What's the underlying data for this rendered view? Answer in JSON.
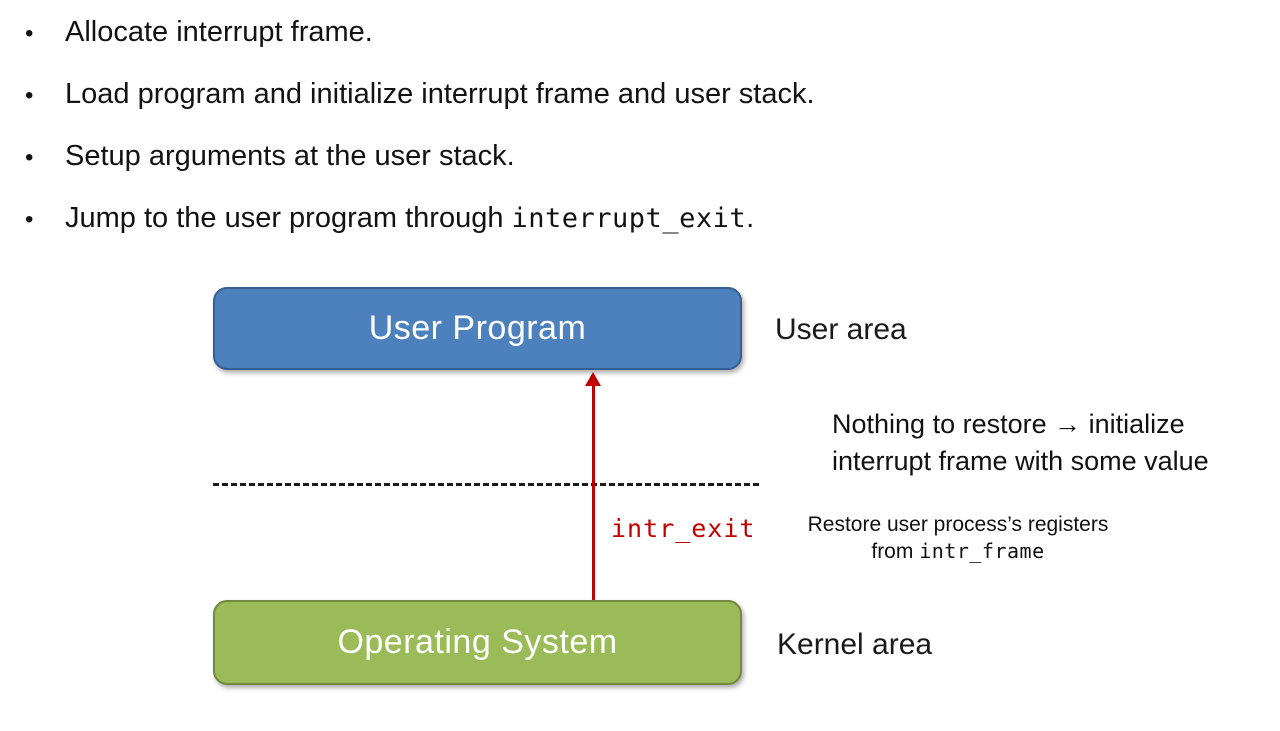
{
  "slide": {
    "bullets": {
      "marker": "•",
      "item1": "Allocate interrupt frame.",
      "item2": "Load program and initialize interrupt frame and user stack.",
      "item3": "Setup arguments at the user stack.",
      "item4_prefix": "Jump to the user program through ",
      "item4_code": "interrupt_exit",
      "item4_suffix": "."
    },
    "diagram": {
      "user_box_label": "User Program",
      "os_box_label": "Operating System",
      "user_area_label": "User area",
      "kernel_area_label": "Kernel area",
      "arrow_label": "intr_exit",
      "note_restore_line1": "Nothing to restore → initialize",
      "note_restore_line2": "interrupt frame with some value",
      "note_registers_line1": "Restore user process’s registers",
      "note_registers_line2_prefix": "from ",
      "note_registers_line2_code": "intr_frame",
      "colors": {
        "user_box_fill": "#4d81bd",
        "user_box_border": "#365f91",
        "os_box_fill": "#9bbb59",
        "os_box_border": "#71893f",
        "arrow_red": "#c00000"
      }
    }
  }
}
